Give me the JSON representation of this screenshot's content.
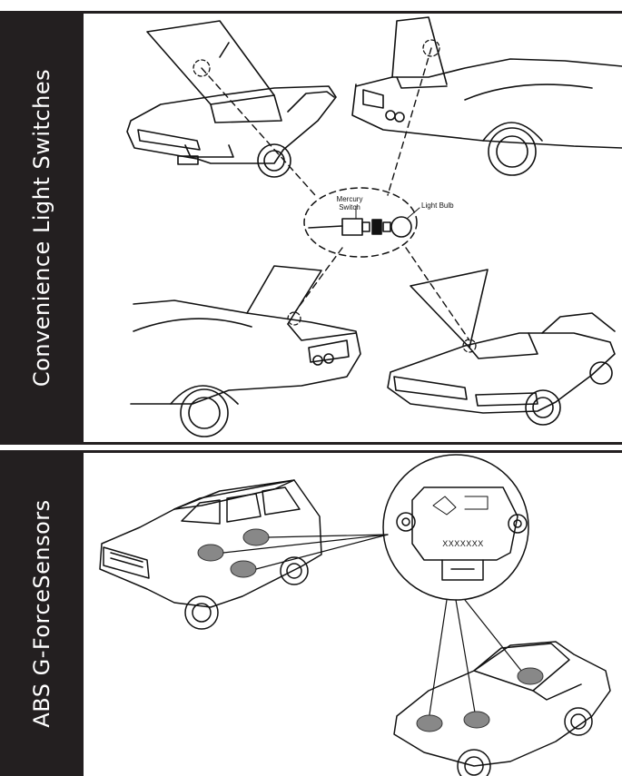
{
  "panels": {
    "top": {
      "title": "Convenience Light Switches",
      "callout": {
        "switch_label_line1": "Mercury",
        "switch_label_line2": "Switch",
        "bulb_label": "Light Bulb"
      }
    },
    "bottom": {
      "title": "ABS G-ForceSensors",
      "sensor_part_code": "XXXXXXX"
    }
  }
}
